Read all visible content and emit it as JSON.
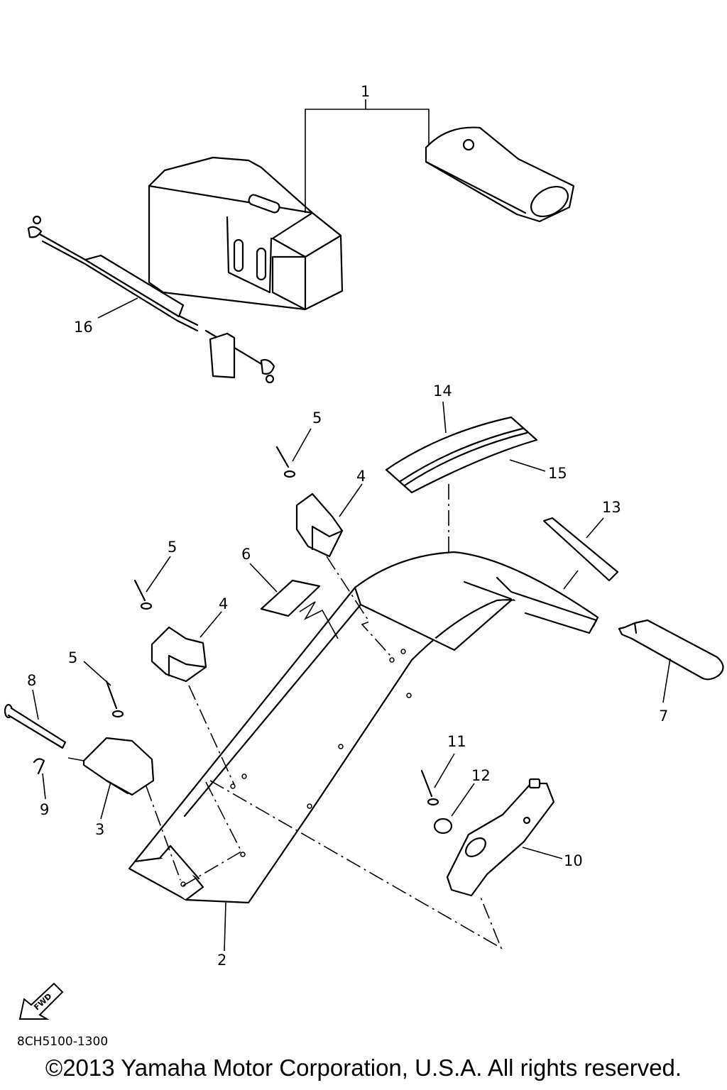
{
  "diagram": {
    "callouts": {
      "c1": "1",
      "c2": "2",
      "c3": "3",
      "c4a": "4",
      "c4b": "4",
      "c5a": "5",
      "c5b": "5",
      "c5c": "5",
      "c6": "6",
      "c7": "7",
      "c8": "8",
      "c9": "9",
      "c10": "10",
      "c11": "11",
      "c12": "12",
      "c13": "13",
      "c14": "14",
      "c15": "15",
      "c16": "16"
    },
    "fwd_label": "FWD",
    "fwd_icon": "fwd-arrow-icon"
  },
  "footer": {
    "code": "8CH5100-1300",
    "copyright": "©2013 Yamaha Motor Corporation, U.S.A. All rights reserved."
  }
}
